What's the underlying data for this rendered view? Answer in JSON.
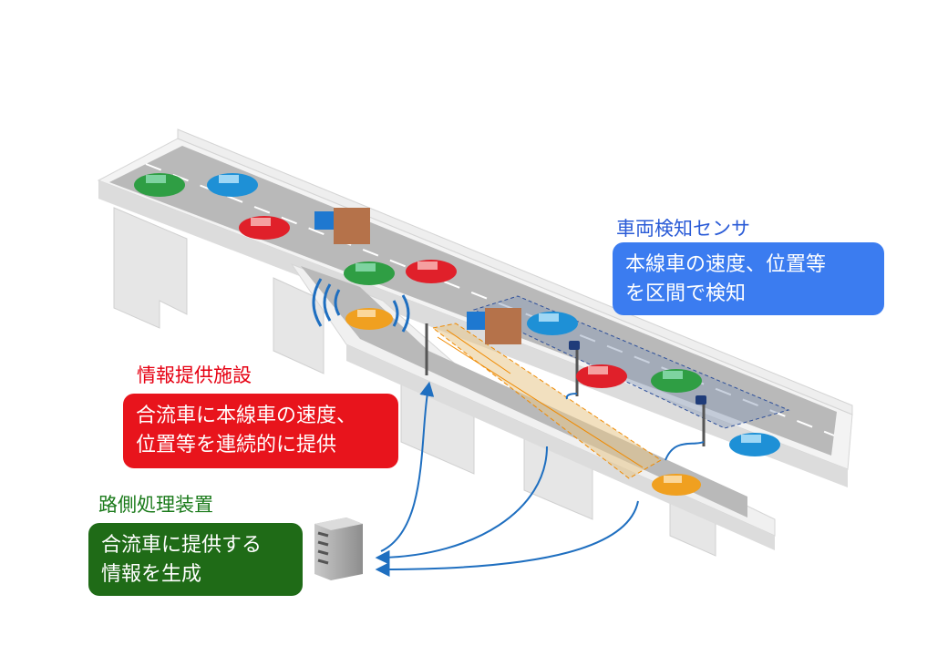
{
  "sensor": {
    "title": "車両検知センサ",
    "lines": [
      "本線車の速度、位置等",
      "を区間で検知"
    ],
    "title_color": "#2a5bd7",
    "box_color": "#3b7cf0"
  },
  "info_facility": {
    "title": "情報提供施設",
    "lines": [
      "合流車に本線車の速度、",
      "位置等を連続的に提供"
    ],
    "title_color": "#e60012",
    "box_color": "#e8141c"
  },
  "roadside_unit": {
    "title": "路側処理装置",
    "lines": [
      "合流車に提供する",
      "情報を生成"
    ],
    "title_color": "#1a7a1a",
    "box_color": "#1f6b17"
  },
  "icons": [
    "server-icon",
    "car-icon",
    "truck-icon",
    "sensor-pole-icon",
    "signal-wave-icon"
  ],
  "colors": {
    "link_arrow": "#1f6fc0",
    "detection_zone": "#8a9bb8",
    "merge_zone": "#e8c78a"
  }
}
